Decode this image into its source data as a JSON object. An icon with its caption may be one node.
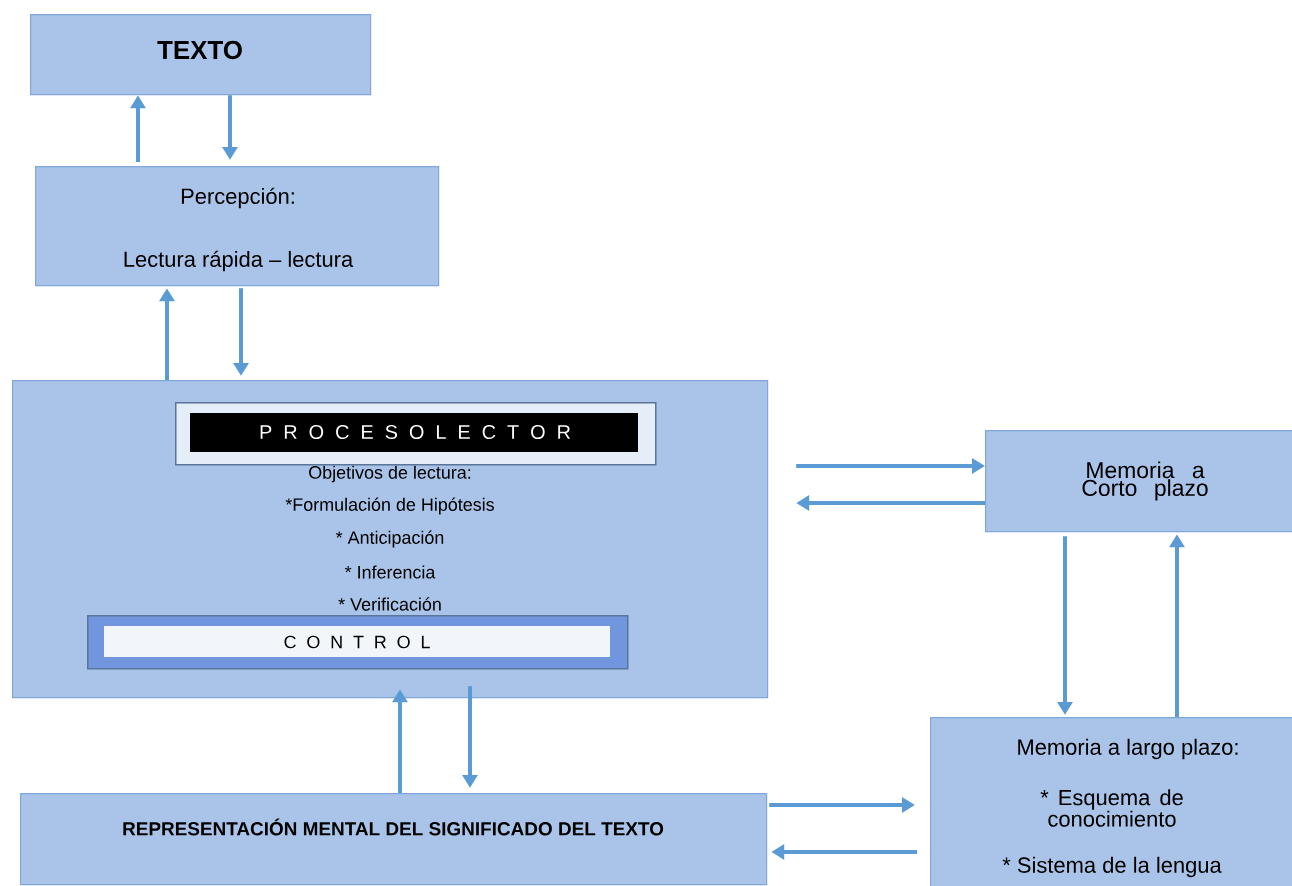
{
  "diagram": {
    "nodes": [
      {
        "text": [
          "TEXTO"
        ]
      },
      {
        "text": [
          "Percepción:",
          "Lectura rápida – lectura"
        ]
      },
      {
        "text": [
          "Objetivos de lectura:",
          "*Formulación de Hipótesis",
          "* Anticipación",
          "* Inferencia",
          "* Verificación"
        ]
      },
      {
        "text": [
          "P R O C E S O L E C T O R"
        ],
        "in": 2
      },
      {
        "text": [
          "C O N T R O L"
        ],
        "in": 2
      },
      {
        "text": [
          "Memoria a Corto plazo"
        ]
      },
      {
        "text": [
          "Memoria a largo plazo:",
          "* Esquema de conocimiento",
          "* Sistema de la lengua"
        ]
      },
      {
        "text": [
          "REPRESENTACIÓN MENTAL DEL SIGNIFICADO DEL TEXTO"
        ]
      }
    ],
    "edges": [
      {
        "from": 1,
        "to": 0,
        "arrow": "to"
      },
      {
        "from": 0,
        "to": 1,
        "arrow": "to"
      },
      {
        "from": 2,
        "to": 1,
        "arrow": "to"
      },
      {
        "from": 1,
        "to": 2,
        "arrow": "to"
      },
      {
        "from": 2,
        "to": 5,
        "arrow": "to"
      },
      {
        "from": 5,
        "to": 2,
        "arrow": "to"
      },
      {
        "from": 5,
        "to": 6,
        "arrow": "to"
      },
      {
        "from": 6,
        "to": 5,
        "arrow": "to"
      },
      {
        "from": 2,
        "to": 7,
        "arrow": "to"
      },
      {
        "from": 7,
        "to": 2,
        "arrow": "to"
      },
      {
        "from": 7,
        "to": 6,
        "arrow": "to"
      },
      {
        "from": 6,
        "to": 7,
        "arrow": "to"
      }
    ]
  }
}
